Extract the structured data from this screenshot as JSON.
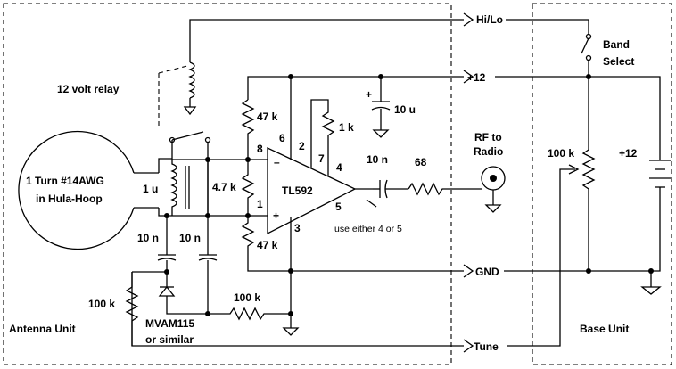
{
  "labels": {
    "hilo": "Hi/Lo",
    "plus12": "+12",
    "gnd": "GND",
    "tune": "Tune",
    "band_select_1": "Band",
    "band_select_2": "Select",
    "relay": "12 volt relay",
    "loop_1": "1 Turn #14AWG",
    "loop_2": "in Hula-Hoop",
    "coil_1u": "1 u",
    "cap_10n_a": "10 n",
    "cap_10n_b": "10 n",
    "res_47k_top": "47 k",
    "res_4_7k": "4.7 k",
    "res_47k_bot": "47 k",
    "res_1k": "1 k",
    "cap_10u": "10 u",
    "rf_1": "RF to",
    "rf_2": "Radio",
    "cap_10n_out": "10 n",
    "res_68": "68",
    "pin_6": "6",
    "pin_2": "2",
    "pin_7": "7",
    "pin_8": "8",
    "pin_4": "4",
    "pin_1": "1",
    "pin_5": "5",
    "pin_3": "3",
    "opamp": "TL592",
    "minus": "–",
    "plus": "+",
    "cap_plus": "+",
    "use_either": "use either 4 or 5",
    "pot_100k": "100 k",
    "base_plus12": "+12",
    "res_100k_left": "100 k",
    "res_100k_mid": "100 k",
    "varactor_1": "MVAM115",
    "varactor_2": "or similar",
    "antenna_unit": "Antenna Unit",
    "base_unit": "Base Unit"
  }
}
